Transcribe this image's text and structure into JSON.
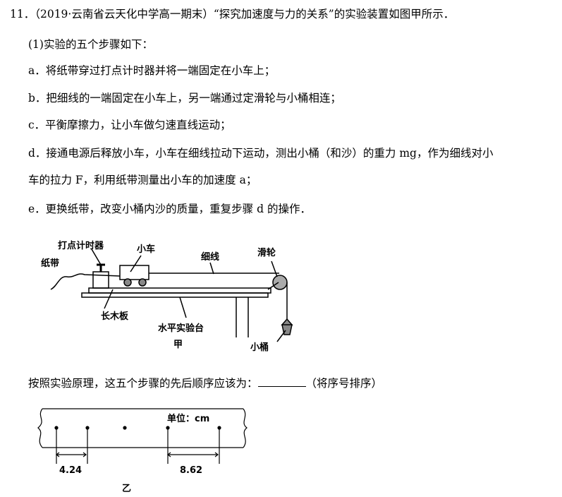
{
  "question": {
    "title": "11．（2019·云南省云天化中学高一期末）“探究加速度与力的关系”的实验装置如图甲所示．",
    "part1_intro": "(1)实验的五个步骤如下：",
    "steps": [
      "a．将纸带穿过打点计时器并将一端固定在小车上；",
      "b．把细线的一端固定在小车上，另一端通过定滑轮与小桶相连；",
      "c．平衡摩擦力，让小车做匀速直线运动；",
      "d．接通电源后释放小车，小车在细线拉动下运动，测出小桶（和沙）的重力 mg，作为细线对小",
      "车的拉力 F，利用纸带测量出小车的加速度 a；",
      "e．更换纸带，改变小桶内沙的质量，重复步骤 d 的操作．"
    ],
    "prompt_before": "按照实验原理，这五个步骤的先后顺序应该为：",
    "prompt_after": "（将序号排序）"
  },
  "figure_jia": {
    "labels": {
      "timer": "打点计时器",
      "tape": "纸带",
      "cart": "小车",
      "string": "细线",
      "pulley": "滑轮",
      "board": "长木板",
      "table": "水平实验台",
      "bucket": "小桶",
      "caption": "甲"
    }
  },
  "figure_yi": {
    "unit": "单位：cm",
    "d1": "4.24",
    "d2": "8.62",
    "caption": "乙"
  }
}
